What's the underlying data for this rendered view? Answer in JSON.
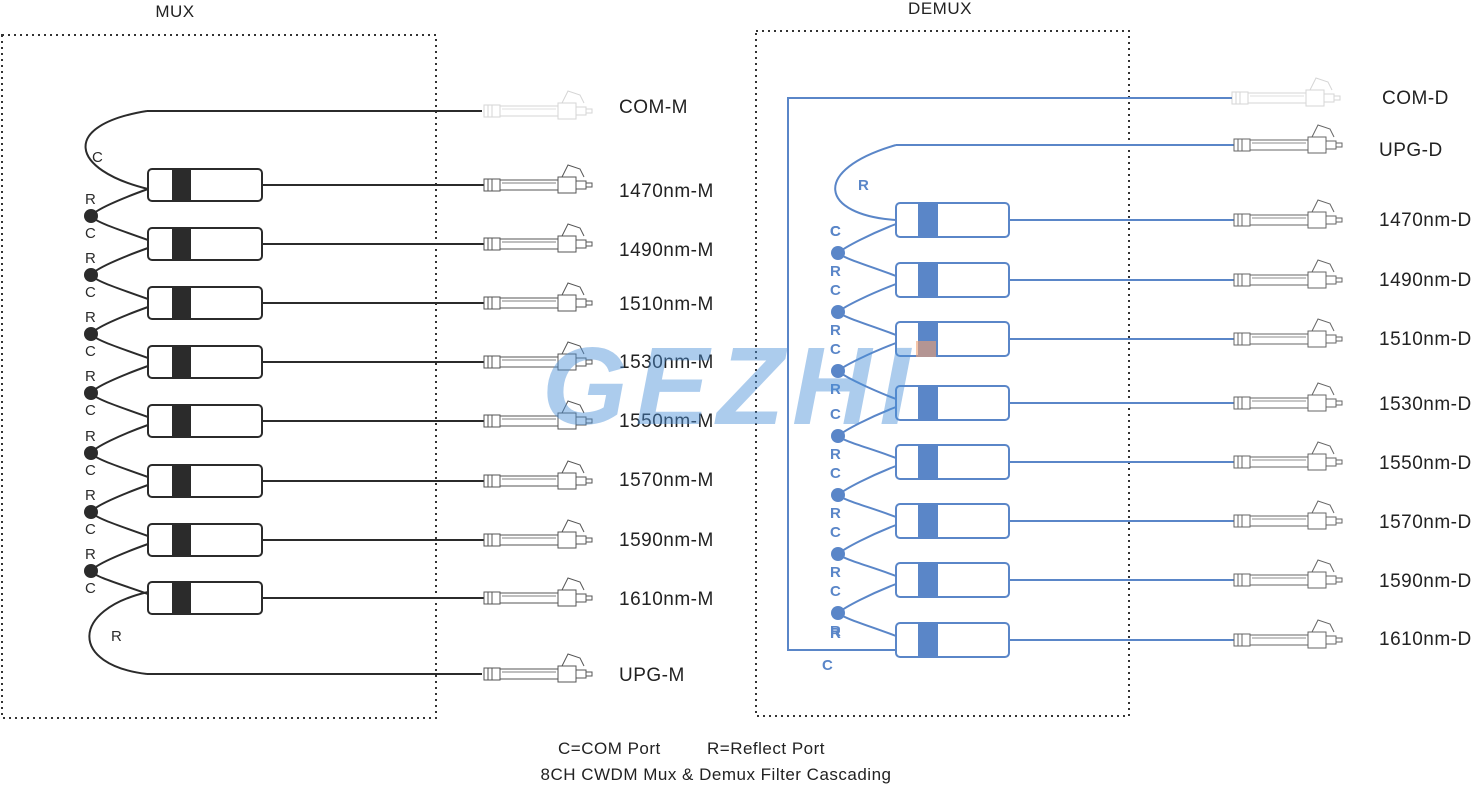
{
  "colors": {
    "mux": "#2b2b2b",
    "demux": "#5a86c8",
    "demux_dark": "#3a6bbf",
    "watermark": "#4a90d9",
    "watermark_accent": "#f0a070"
  },
  "mux": {
    "title": "MUX",
    "com_label": "COM-M",
    "upg_label": "UPG-M",
    "channels": [
      "1470nm-M",
      "1490nm-M",
      "1510nm-M",
      "1530nm-M",
      "1550nm-M",
      "1570nm-M",
      "1590nm-M",
      "1610nm-M"
    ]
  },
  "demux": {
    "title": "DEMUX",
    "com_label": "COM-D",
    "upg_label": "UPG-D",
    "channels": [
      "1470nm-D",
      "1490nm-D",
      "1510nm-D",
      "1530nm-D",
      "1550nm-D",
      "1570nm-D",
      "1590nm-D",
      "1610nm-D"
    ]
  },
  "port_letters": {
    "com": "C",
    "reflect": "R"
  },
  "watermark": "GEZHI",
  "legend": {
    "com": "C=COM Port",
    "reflect": "R=Reflect Port"
  },
  "caption": "8CH CWDM Mux & Demux Filter Cascading"
}
